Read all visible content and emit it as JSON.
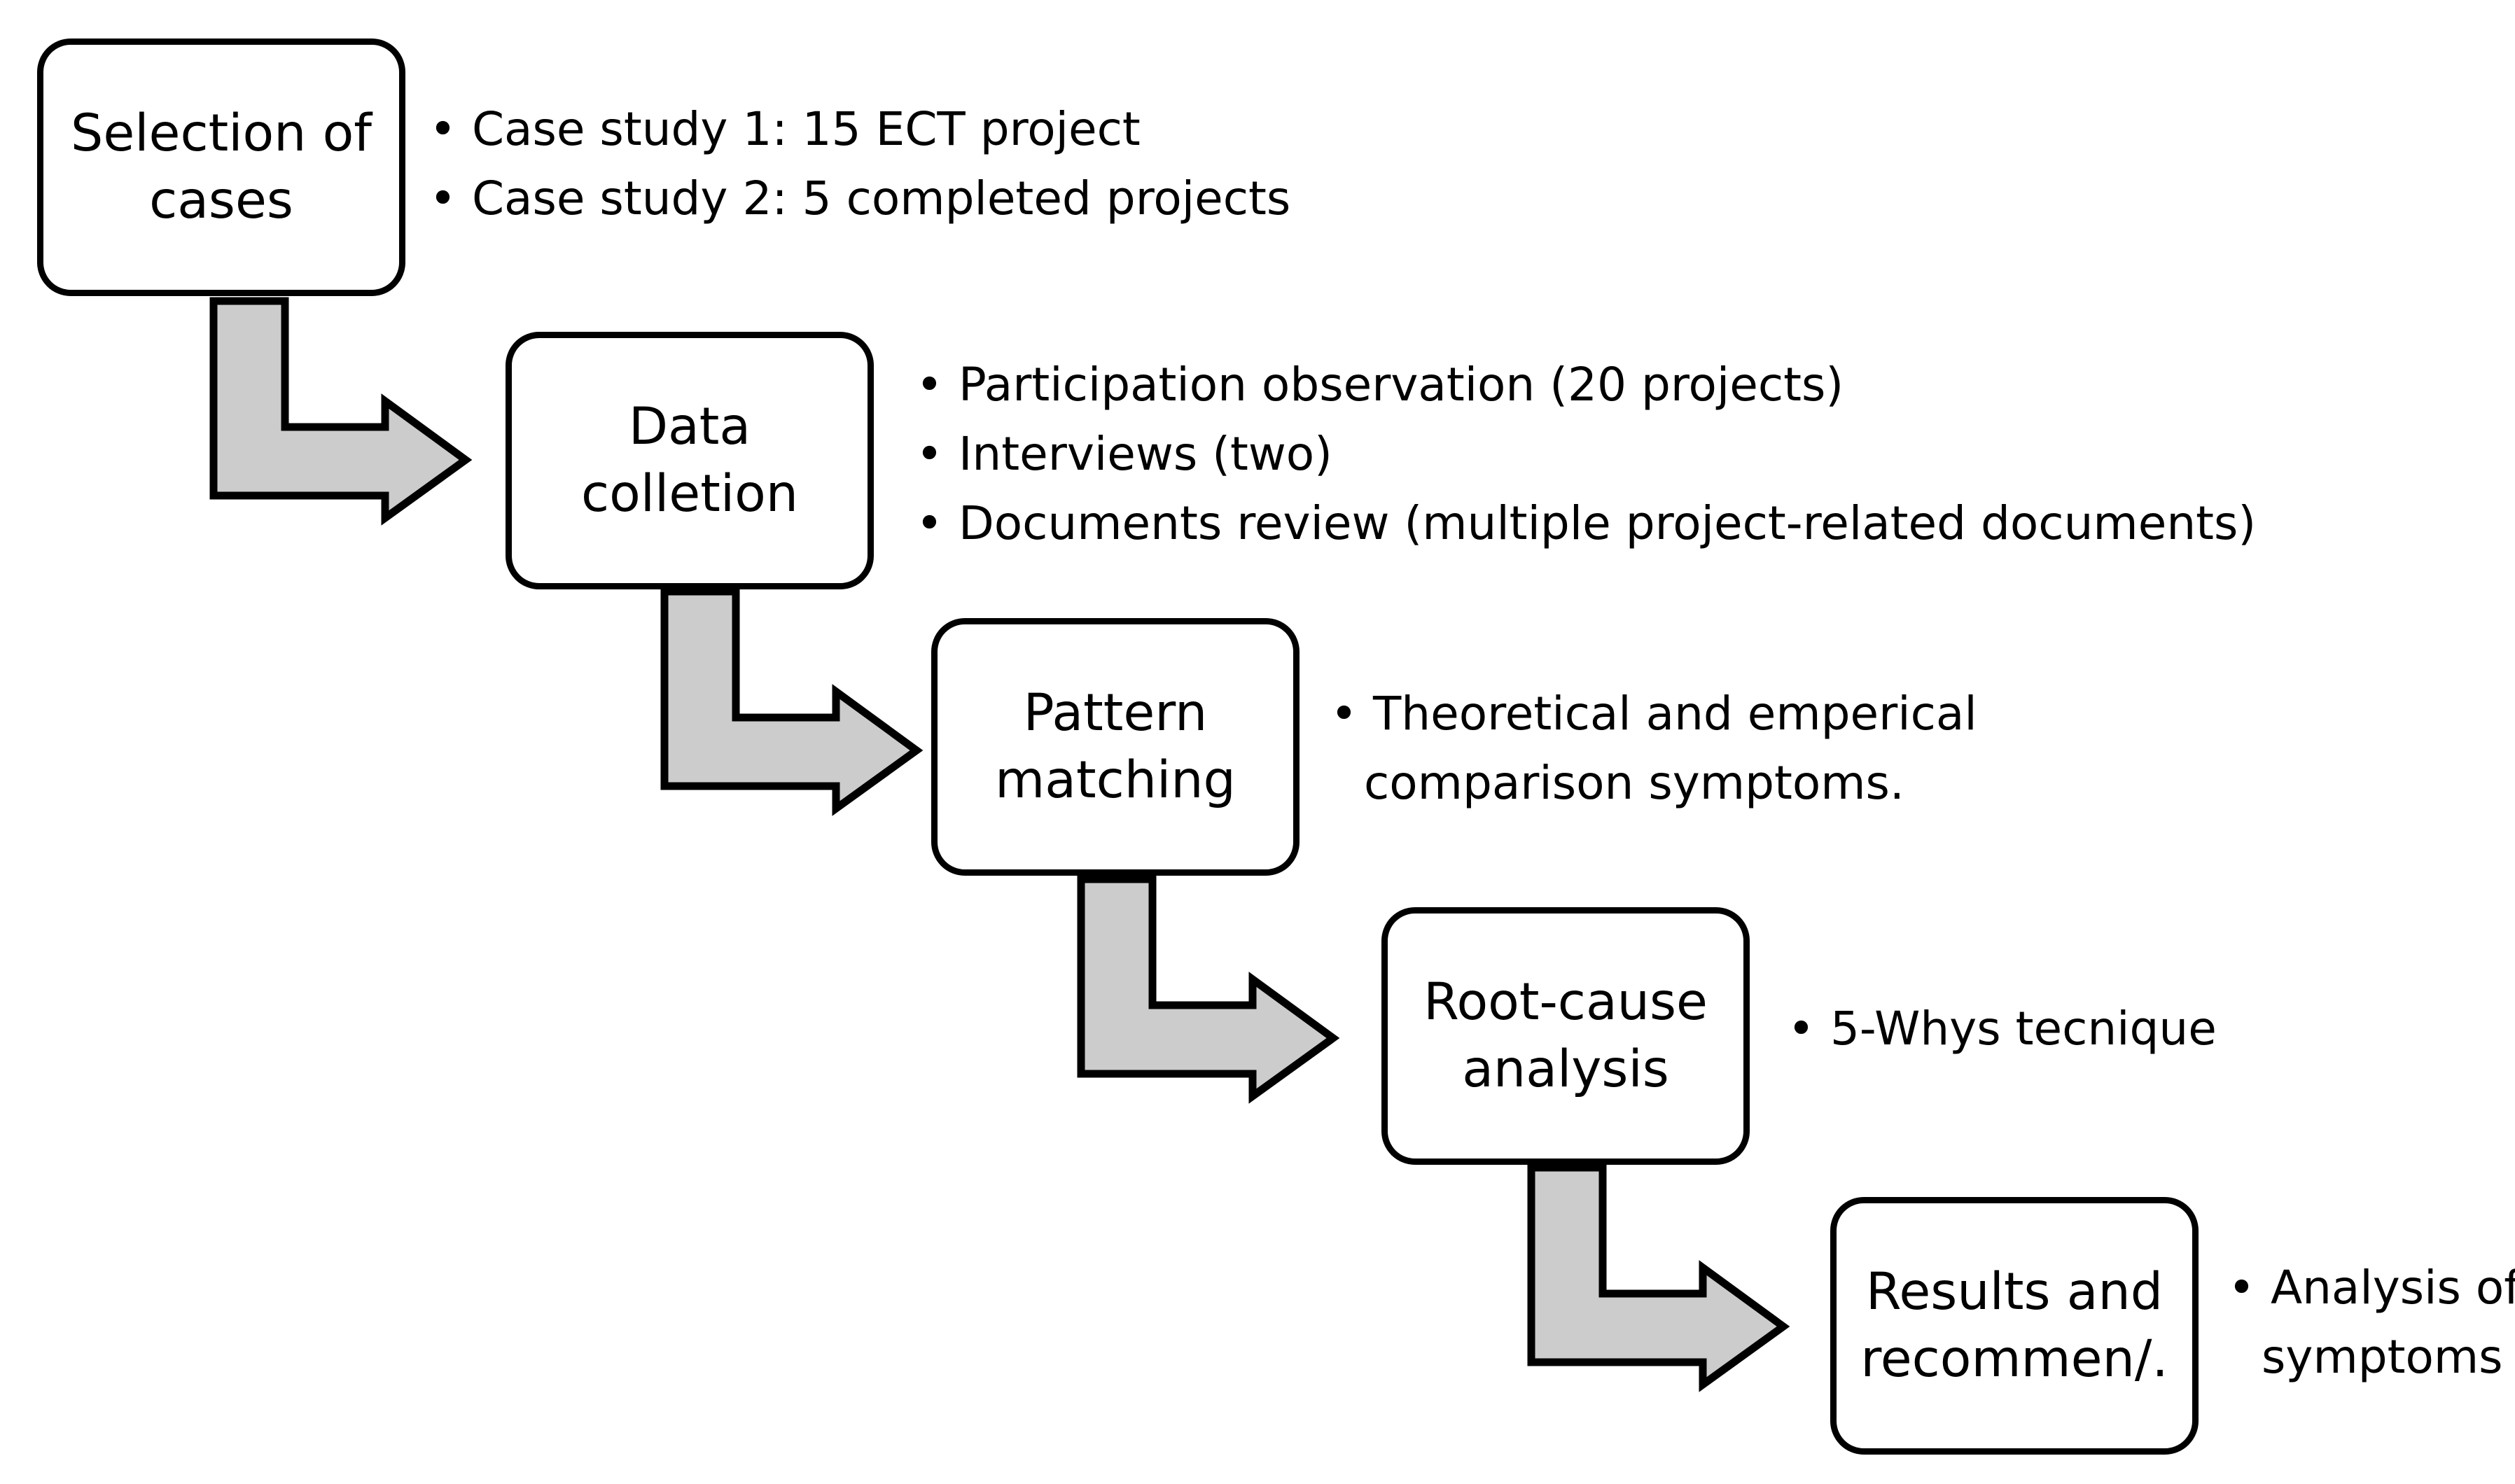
{
  "steps": [
    {
      "id": "selection",
      "label_lines": [
        "Selection of",
        "cases"
      ],
      "bullets": [
        {
          "lines": [
            "Case study 1: 15 ECT project"
          ]
        },
        {
          "lines": [
            "Case study 2: 5 completed projects"
          ]
        }
      ]
    },
    {
      "id": "data-collection",
      "label_lines": [
        "Data",
        "colletion"
      ],
      "bullets": [
        {
          "lines": [
            "Participation observation (20 projects)"
          ]
        },
        {
          "lines": [
            "Interviews (two)"
          ]
        },
        {
          "lines": [
            "Documents review (multiple project-related documents)"
          ]
        }
      ]
    },
    {
      "id": "pattern-matching",
      "label_lines": [
        "Pattern",
        "matching"
      ],
      "bullets": [
        {
          "lines": [
            "Theoretical and emperical",
            "comparison symptoms."
          ]
        }
      ]
    },
    {
      "id": "root-cause",
      "label_lines": [
        "Root-cause",
        "analysis"
      ],
      "bullets": [
        {
          "lines": [
            "5-Whys tecnique"
          ]
        }
      ]
    },
    {
      "id": "results",
      "label_lines": [
        "Results and",
        "recommen/."
      ],
      "bullets": [
        {
          "lines": [
            "Analysis of",
            "symptoms"
          ]
        }
      ]
    }
  ],
  "bullet_char": "•",
  "colors": {
    "arrow_fill": "#cccccc",
    "stroke": "#000000",
    "background": "#ffffff"
  }
}
